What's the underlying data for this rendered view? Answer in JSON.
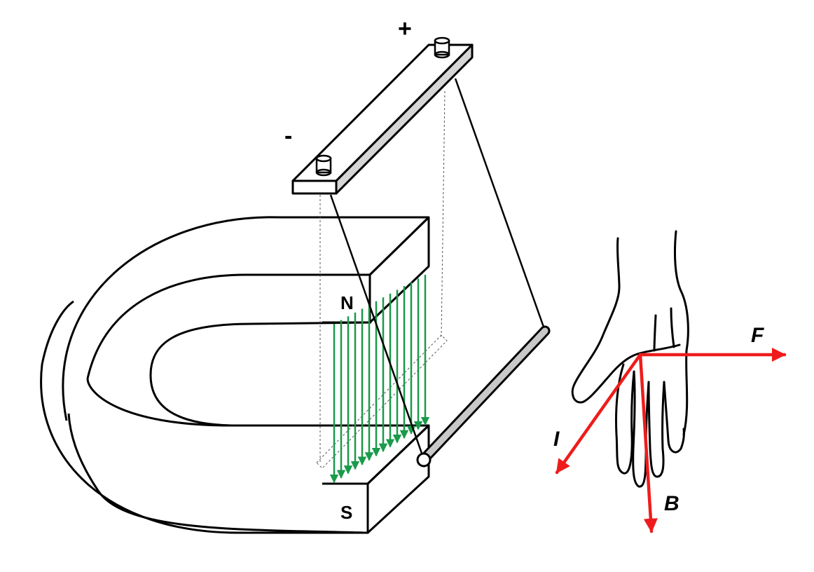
{
  "labels": {
    "plus": "+",
    "minus": "-",
    "north": "N",
    "south": "S",
    "force": "F",
    "current": "I",
    "field": "B"
  },
  "colors": {
    "field_lines": "#1a9a4a",
    "vectors": "#ee1c1c",
    "outline": "#000000",
    "rod": "#c8c8c8"
  },
  "field": {
    "line_count": 14,
    "direction": "north-to-south"
  }
}
